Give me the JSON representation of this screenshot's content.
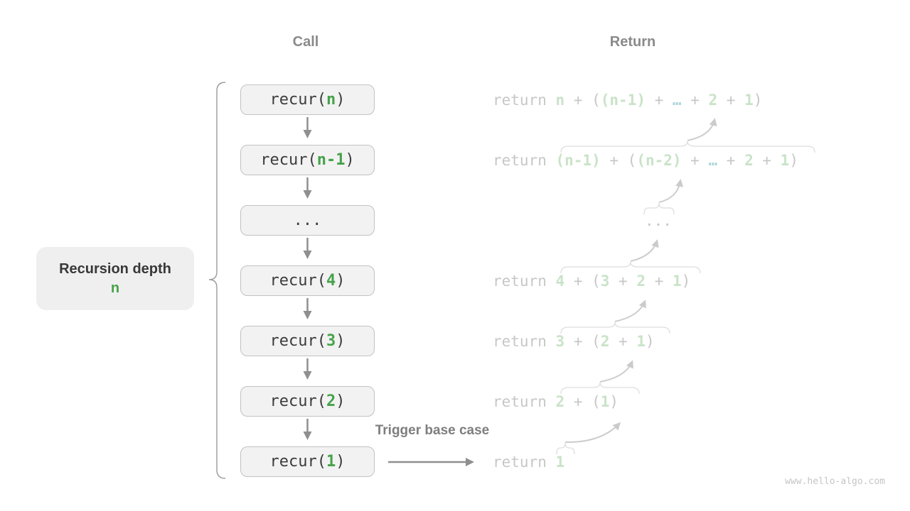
{
  "headers": {
    "call": "Call",
    "return": "Return"
  },
  "labels": {
    "recursion_depth": "Recursion depth",
    "depth_value": "n",
    "trigger": "Trigger base case"
  },
  "watermark": "www.hello-algo.com",
  "colors": {
    "accent_green": "#46a24a",
    "pale_green": "#c9e3c8",
    "pale_teal": "#afd5d9",
    "code_dark": "#3c3c3c",
    "faded_gray": "#c7c7c7",
    "box_fill": "#f2f2f2",
    "box_border": "#c2c2c2",
    "arrow_gray": "#8f8f8f",
    "brace_gray": "#dedede"
  },
  "call_column": {
    "rows": [
      {
        "segments": [
          {
            "t": "recur(",
            "c": "dark"
          },
          {
            "t": "n",
            "c": "green"
          },
          {
            "t": ")",
            "c": "dark"
          }
        ]
      },
      {
        "segments": [
          {
            "t": "recur(",
            "c": "dark"
          },
          {
            "t": "n-1",
            "c": "green"
          },
          {
            "t": ")",
            "c": "dark"
          }
        ]
      },
      {
        "segments": [
          {
            "t": "...",
            "c": "dark"
          }
        ]
      },
      {
        "segments": [
          {
            "t": "recur(",
            "c": "dark"
          },
          {
            "t": "4",
            "c": "green"
          },
          {
            "t": ")",
            "c": "dark"
          }
        ]
      },
      {
        "segments": [
          {
            "t": "recur(",
            "c": "dark"
          },
          {
            "t": "3",
            "c": "green"
          },
          {
            "t": ")",
            "c": "dark"
          }
        ]
      },
      {
        "segments": [
          {
            "t": "recur(",
            "c": "dark"
          },
          {
            "t": "2",
            "c": "green"
          },
          {
            "t": ")",
            "c": "dark"
          }
        ]
      },
      {
        "segments": [
          {
            "t": "recur(",
            "c": "dark"
          },
          {
            "t": "1",
            "c": "green"
          },
          {
            "t": ")",
            "c": "dark"
          }
        ]
      }
    ]
  },
  "return_column": {
    "rows": [
      {
        "segments": [
          {
            "t": "return ",
            "c": "gray"
          },
          {
            "t": "n",
            "c": "pgreen"
          },
          {
            "t": " + (",
            "c": "gray"
          },
          {
            "t": "(n-1)",
            "c": "pgreen"
          },
          {
            "t": " + ",
            "c": "gray"
          },
          {
            "t": "…",
            "c": "teal"
          },
          {
            "t": " + ",
            "c": "gray"
          },
          {
            "t": "2",
            "c": "pgreen"
          },
          {
            "t": " + ",
            "c": "gray"
          },
          {
            "t": "1",
            "c": "pgreen"
          },
          {
            "t": ")",
            "c": "gray"
          }
        ]
      },
      {
        "segments": [
          {
            "t": "return ",
            "c": "gray"
          },
          {
            "t": "(n-1)",
            "c": "pgreen"
          },
          {
            "t": " + (",
            "c": "gray"
          },
          {
            "t": "(n-2)",
            "c": "pgreen"
          },
          {
            "t": " + ",
            "c": "gray"
          },
          {
            "t": "…",
            "c": "teal"
          },
          {
            "t": " + ",
            "c": "gray"
          },
          {
            "t": "2",
            "c": "pgreen"
          },
          {
            "t": " + ",
            "c": "gray"
          },
          {
            "t": "1",
            "c": "pgreen"
          },
          {
            "t": ")",
            "c": "gray"
          }
        ]
      },
      {
        "segments": [
          {
            "t": "...",
            "c": "gray"
          }
        ]
      },
      {
        "segments": [
          {
            "t": "return ",
            "c": "gray"
          },
          {
            "t": "4",
            "c": "pgreen"
          },
          {
            "t": " + (",
            "c": "gray"
          },
          {
            "t": "3",
            "c": "pgreen"
          },
          {
            "t": " + ",
            "c": "gray"
          },
          {
            "t": "2",
            "c": "pgreen"
          },
          {
            "t": " + ",
            "c": "gray"
          },
          {
            "t": "1",
            "c": "pgreen"
          },
          {
            "t": ")",
            "c": "gray"
          }
        ]
      },
      {
        "segments": [
          {
            "t": "return ",
            "c": "gray"
          },
          {
            "t": "3",
            "c": "pgreen"
          },
          {
            "t": " + (",
            "c": "gray"
          },
          {
            "t": "2",
            "c": "pgreen"
          },
          {
            "t": " + ",
            "c": "gray"
          },
          {
            "t": "1",
            "c": "pgreen"
          },
          {
            "t": ")",
            "c": "gray"
          }
        ]
      },
      {
        "segments": [
          {
            "t": "return ",
            "c": "gray"
          },
          {
            "t": "2",
            "c": "pgreen"
          },
          {
            "t": " + (",
            "c": "gray"
          },
          {
            "t": "1",
            "c": "pgreen"
          },
          {
            "t": ")",
            "c": "gray"
          }
        ]
      },
      {
        "segments": [
          {
            "t": "return ",
            "c": "gray"
          },
          {
            "t": "1",
            "c": "pgreen"
          }
        ]
      }
    ]
  }
}
